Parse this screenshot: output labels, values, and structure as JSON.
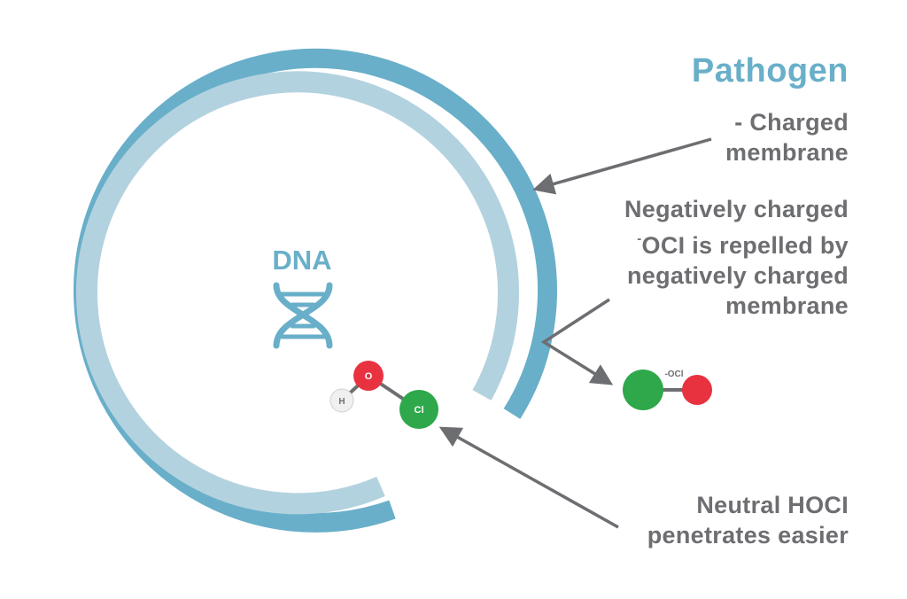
{
  "title": "Pathogen",
  "labels": {
    "charged_membrane": [
      "- Charged",
      "membrane"
    ],
    "repelled": [
      "Negatively charged",
      "OCI is repelled by",
      "negatively charged",
      "membrane"
    ],
    "repelled_superscript": "-",
    "neutral": [
      "Neutral HOCI",
      "penetrates easier"
    ]
  },
  "dna_label": "DNA",
  "hocl_atoms": {
    "h": "H",
    "o": "O",
    "cl": "Cl"
  },
  "ocl_label": "-OCl",
  "colors": {
    "membrane_outer": "#69afc9",
    "membrane_inner": "#b3d2df",
    "oxygen": "#e8323f",
    "chlorine": "#2ea84a",
    "hydrogen": "#f0f0f0",
    "arrow": "#6d6e71"
  }
}
